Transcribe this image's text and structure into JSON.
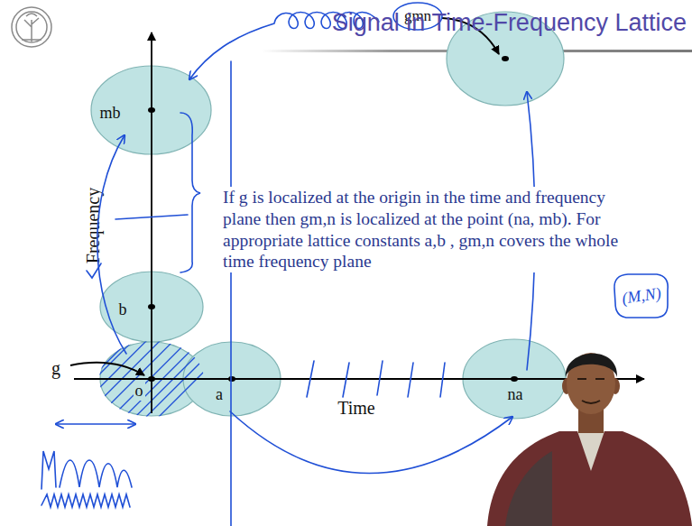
{
  "diagram": {
    "title": "Signal in Time-Frequency Lattice",
    "nodes": [
      {
        "text": [
          "mb"
        ]
      },
      {
        "text": [
          "b"
        ]
      },
      {
        "text": [
          "o"
        ]
      },
      {
        "text": [
          "a"
        ]
      },
      {
        "text": [
          "na"
        ]
      }
    ],
    "labels": [
      "Frequency",
      "Time",
      "g",
      "gmn",
      "If g is localized at the origin in the time and frequency plane then gm,n is localized at the point (na, mb). For appropriate lattice constants a,b , gm,n covers the whole time frequency plane",
      "(M,N)"
    ]
  }
}
